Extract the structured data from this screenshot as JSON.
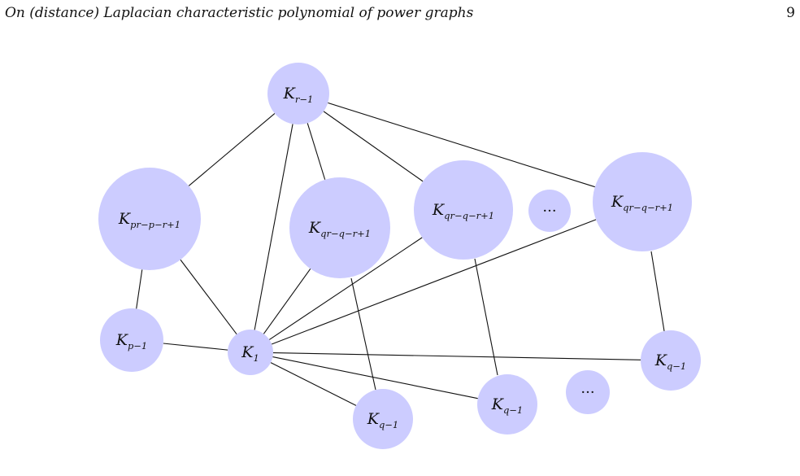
{
  "header": {
    "title": "On (distance) Laplacian characteristic polynomial of power graphs",
    "page_number": "9"
  },
  "graph": {
    "nodes": [
      {
        "id": "kr1",
        "base": "K",
        "sub": "r−1"
      },
      {
        "id": "kpr",
        "base": "K",
        "sub": "pr−p−r+1"
      },
      {
        "id": "kqr_a",
        "base": "K",
        "sub": "qr−q−r+1"
      },
      {
        "id": "kqr_b",
        "base": "K",
        "sub": "qr−q−r+1"
      },
      {
        "id": "dots_top",
        "text": "···"
      },
      {
        "id": "kqr_c",
        "base": "K",
        "sub": "qr−q−r+1"
      },
      {
        "id": "kp1",
        "base": "K",
        "sub": "p−1"
      },
      {
        "id": "k1",
        "base": "K",
        "sub": "1"
      },
      {
        "id": "kq1_a",
        "base": "K",
        "sub": "q−1"
      },
      {
        "id": "kq1_b",
        "base": "K",
        "sub": "q−1"
      },
      {
        "id": "dots_bottom",
        "text": "···"
      },
      {
        "id": "kq1_c",
        "base": "K",
        "sub": "q−1"
      }
    ],
    "edges": [
      [
        "kr1",
        "kpr"
      ],
      [
        "kr1",
        "k1"
      ],
      [
        "kr1",
        "kqr_a"
      ],
      [
        "kr1",
        "kqr_b"
      ],
      [
        "kr1",
        "kqr_c"
      ],
      [
        "kpr",
        "kp1"
      ],
      [
        "kpr",
        "k1"
      ],
      [
        "kp1",
        "k1"
      ],
      [
        "k1",
        "kqr_a"
      ],
      [
        "k1",
        "kqr_b"
      ],
      [
        "k1",
        "kqr_c"
      ],
      [
        "k1",
        "kq1_a"
      ],
      [
        "k1",
        "kq1_b"
      ],
      [
        "k1",
        "kq1_c"
      ],
      [
        "kqr_a",
        "kq1_a"
      ],
      [
        "kqr_b",
        "kq1_b"
      ],
      [
        "kqr_c",
        "kq1_c"
      ]
    ]
  }
}
